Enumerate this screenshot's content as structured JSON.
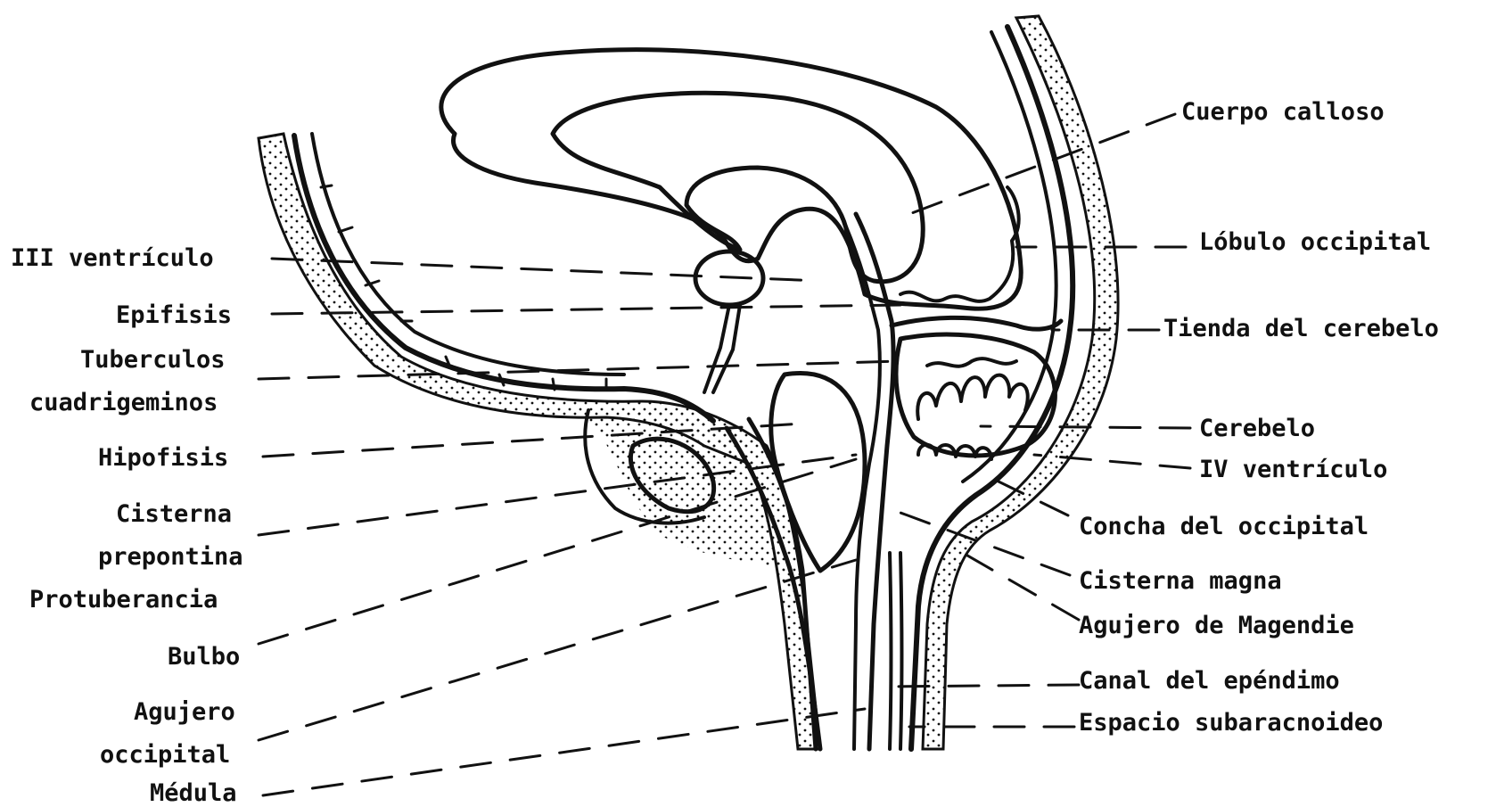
{
  "labels_left": {
    "iii_ventriculo": "III ventrículo",
    "epifisis": "Epifisis",
    "tuberculos": "Tuberculos",
    "cuadrigeminos": "cuadrigeminos",
    "hipofisis": "Hipofisis",
    "cisterna": "Cisterna",
    "prepontina": "prepontina",
    "protuberancia": "Protuberancia",
    "bulbo": "Bulbo",
    "agujero": "Agujero",
    "occipital": "occipital",
    "medula": "Médula"
  },
  "labels_right": {
    "cuerpo_calloso": "Cuerpo calloso",
    "lobulo_occipital": "Lóbulo occipital",
    "tienda_cerebelo": "Tienda del cerebelo",
    "cerebelo": "Cerebelo",
    "iv_ventriculo": "IV ventrículo",
    "concha_occipital": "Concha del occipital",
    "cisterna_magna": "Cisterna magna",
    "agujero_magendie": "Agujero de Magendie",
    "canal_ependimo": "Canal del epéndimo",
    "espacio_subaracnoideo": "Espacio subaracnoideo"
  }
}
